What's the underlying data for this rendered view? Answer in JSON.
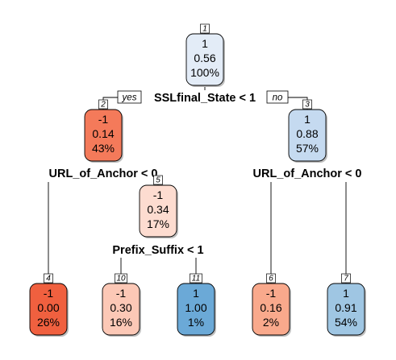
{
  "tree": {
    "nodes": [
      {
        "id": "1",
        "class": "1",
        "prob": "0.56",
        "pct": "100%",
        "fill": "#e3ecf7"
      },
      {
        "id": "2",
        "class": "-1",
        "prob": "0.14",
        "pct": "43%",
        "fill": "#f47a5a"
      },
      {
        "id": "3",
        "class": "1",
        "prob": "0.88",
        "pct": "57%",
        "fill": "#c5daf0"
      },
      {
        "id": "5",
        "class": "-1",
        "prob": "0.34",
        "pct": "17%",
        "fill": "#fddcd0"
      },
      {
        "id": "4",
        "class": "-1",
        "prob": "0.00",
        "pct": "26%",
        "fill": "#f0603f"
      },
      {
        "id": "10",
        "class": "-1",
        "prob": "0.30",
        "pct": "16%",
        "fill": "#fcc8b6"
      },
      {
        "id": "11",
        "class": "1",
        "prob": "1.00",
        "pct": "1%",
        "fill": "#6ba9d7"
      },
      {
        "id": "6",
        "class": "-1",
        "prob": "0.16",
        "pct": "2%",
        "fill": "#f9a98c"
      },
      {
        "id": "7",
        "class": "1",
        "prob": "0.91",
        "pct": "54%",
        "fill": "#9fc6e3"
      }
    ],
    "splits": [
      {
        "node": "1",
        "label": "SSLfinal_State < 1"
      },
      {
        "node": "2",
        "label": "URL_of_Anchor < 0"
      },
      {
        "node": "3",
        "label": "URL_of_Anchor < 0"
      },
      {
        "node": "5",
        "label": "Prefix_Suffix < 1"
      }
    ],
    "edge_labels": {
      "yes": "yes",
      "no": "no"
    }
  }
}
